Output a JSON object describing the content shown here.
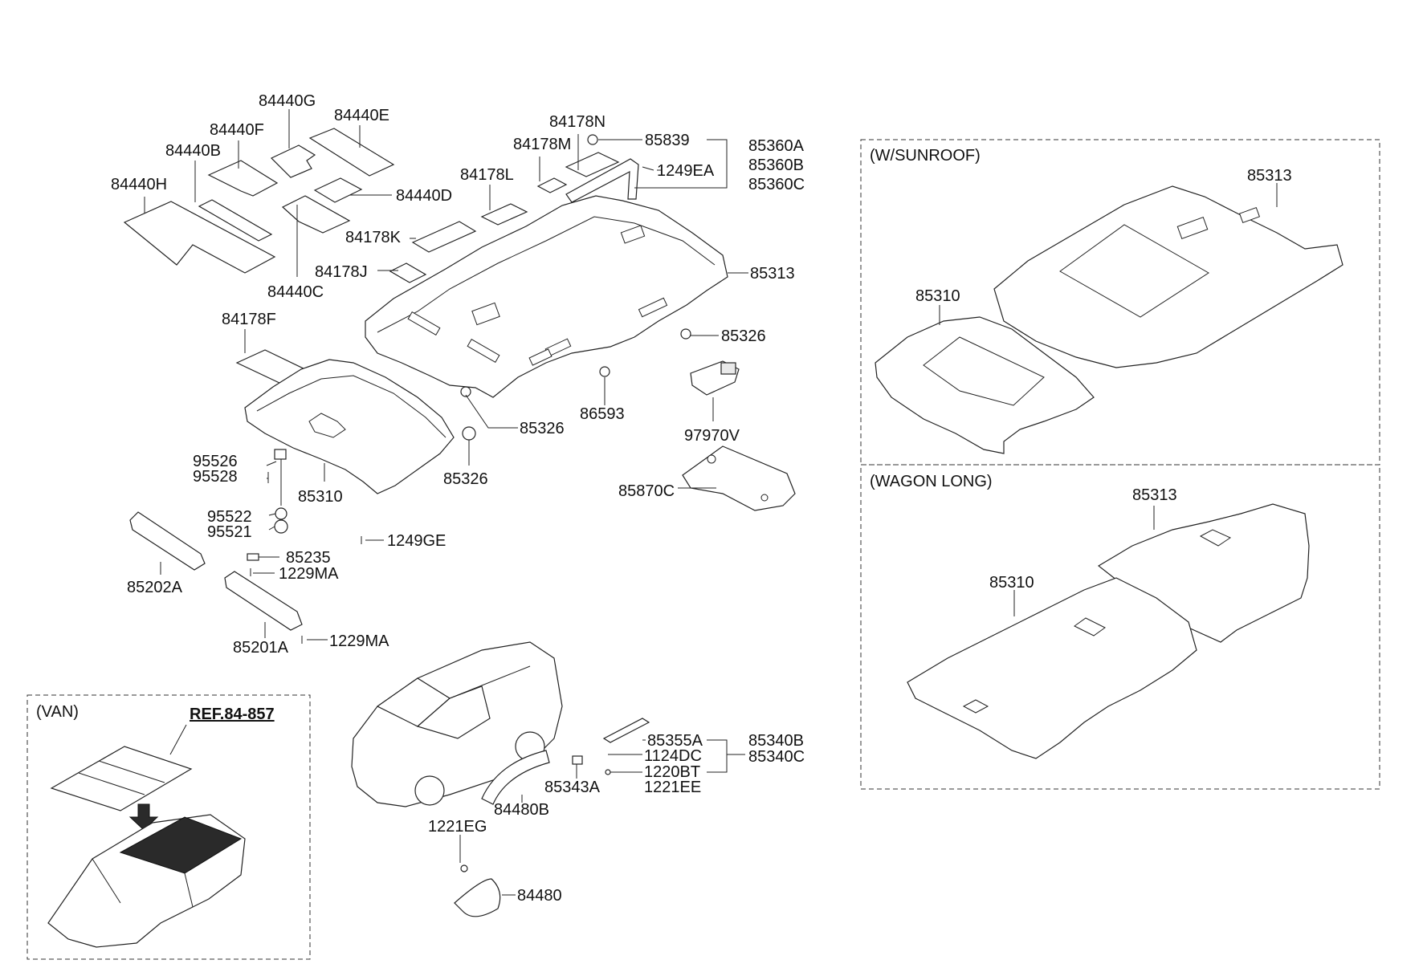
{
  "labels": {
    "p84440G": "84440G",
    "p84440E": "84440E",
    "p84440F": "84440F",
    "p84440B": "84440B",
    "p84440H": "84440H",
    "p84440D": "84440D",
    "p84440C": "84440C",
    "p84178N": "84178N",
    "p84178M": "84178M",
    "p84178L": "84178L",
    "p84178K": "84178K",
    "p84178J": "84178J",
    "p84178F": "84178F",
    "p85839": "85839",
    "p1249EA": "1249EA",
    "p85360A": "85360A",
    "p85360B": "85360B",
    "p85360C": "85360C",
    "p85313": "85313",
    "p85326a": "85326",
    "p85326b": "85326",
    "p85326c": "85326",
    "p86593": "86593",
    "p97970V": "97970V",
    "p85870C": "85870C",
    "p95526": "95526",
    "p95528": "95528",
    "p95522": "95522",
    "p95521": "95521",
    "p85310": "85310",
    "p1249GE": "1249GE",
    "p85235": "85235",
    "p1229MA_a": "1229MA",
    "p1229MA_b": "1229MA",
    "p85202A": "85202A",
    "p85201A": "85201A",
    "p85355A": "85355A",
    "p1124DC": "1124DC",
    "p1220BT": "1220BT",
    "p1221EE": "1221EE",
    "p85340B": "85340B",
    "p85340C": "85340C",
    "p85343A": "85343A",
    "p84480B": "84480B",
    "p1221EG": "1221EG",
    "p84480": "84480"
  },
  "sunroof": {
    "title": "(W/SUNROOF)",
    "p85313": "85313",
    "p85310": "85310"
  },
  "wagon_long": {
    "title": "(WAGON LONG)",
    "p85313": "85313",
    "p85310": "85310"
  },
  "van": {
    "title": "(VAN)",
    "ref": "REF.84-857"
  }
}
